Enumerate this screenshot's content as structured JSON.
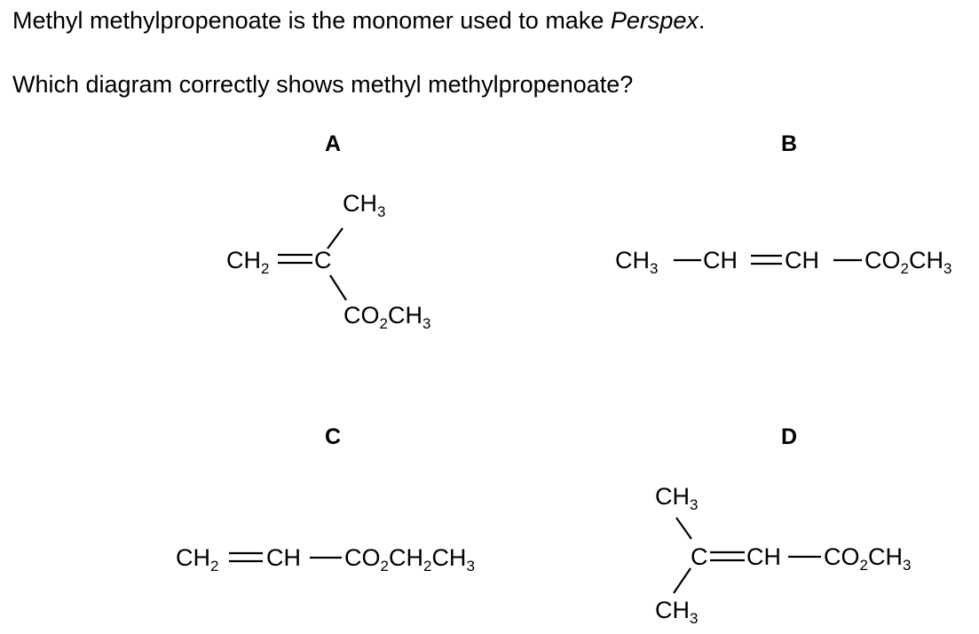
{
  "question": {
    "line1_text": "Methyl methylpropenoate is the monomer used to make ",
    "line1_italic": "Perspex",
    "line1_end": ".",
    "line2": "Which diagram correctly shows methyl methylpropenoate?"
  },
  "options": {
    "A": {
      "label": "A",
      "top_group": "CH",
      "top_group_sub": "3",
      "left_group": "CH",
      "left_group_sub": "2",
      "center_atom": "C",
      "bottom_group_a": "CO",
      "bottom_group_a_sub": "2",
      "bottom_group_b": "CH",
      "bottom_group_b_sub": "3"
    },
    "B": {
      "label": "B",
      "g1": "CH",
      "g1_sub": "3",
      "g2": "CH",
      "g3": "CH",
      "g4a": "CO",
      "g4a_sub": "2",
      "g4b": "CH",
      "g4b_sub": "3"
    },
    "C": {
      "label": "C",
      "g1": "CH",
      "g1_sub": "2",
      "g2": "CH",
      "g3a": "CO",
      "g3a_sub": "2",
      "g3b": "CH",
      "g3b_sub": "2",
      "g3c": "CH",
      "g3c_sub": "3"
    },
    "D": {
      "label": "D",
      "top": "CH",
      "top_sub": "3",
      "center_atom": "C",
      "g2": "CH",
      "g3a": "CO",
      "g3a_sub": "2",
      "g3b": "CH",
      "g3b_sub": "3",
      "bottom": "CH",
      "bottom_sub": "3"
    }
  }
}
